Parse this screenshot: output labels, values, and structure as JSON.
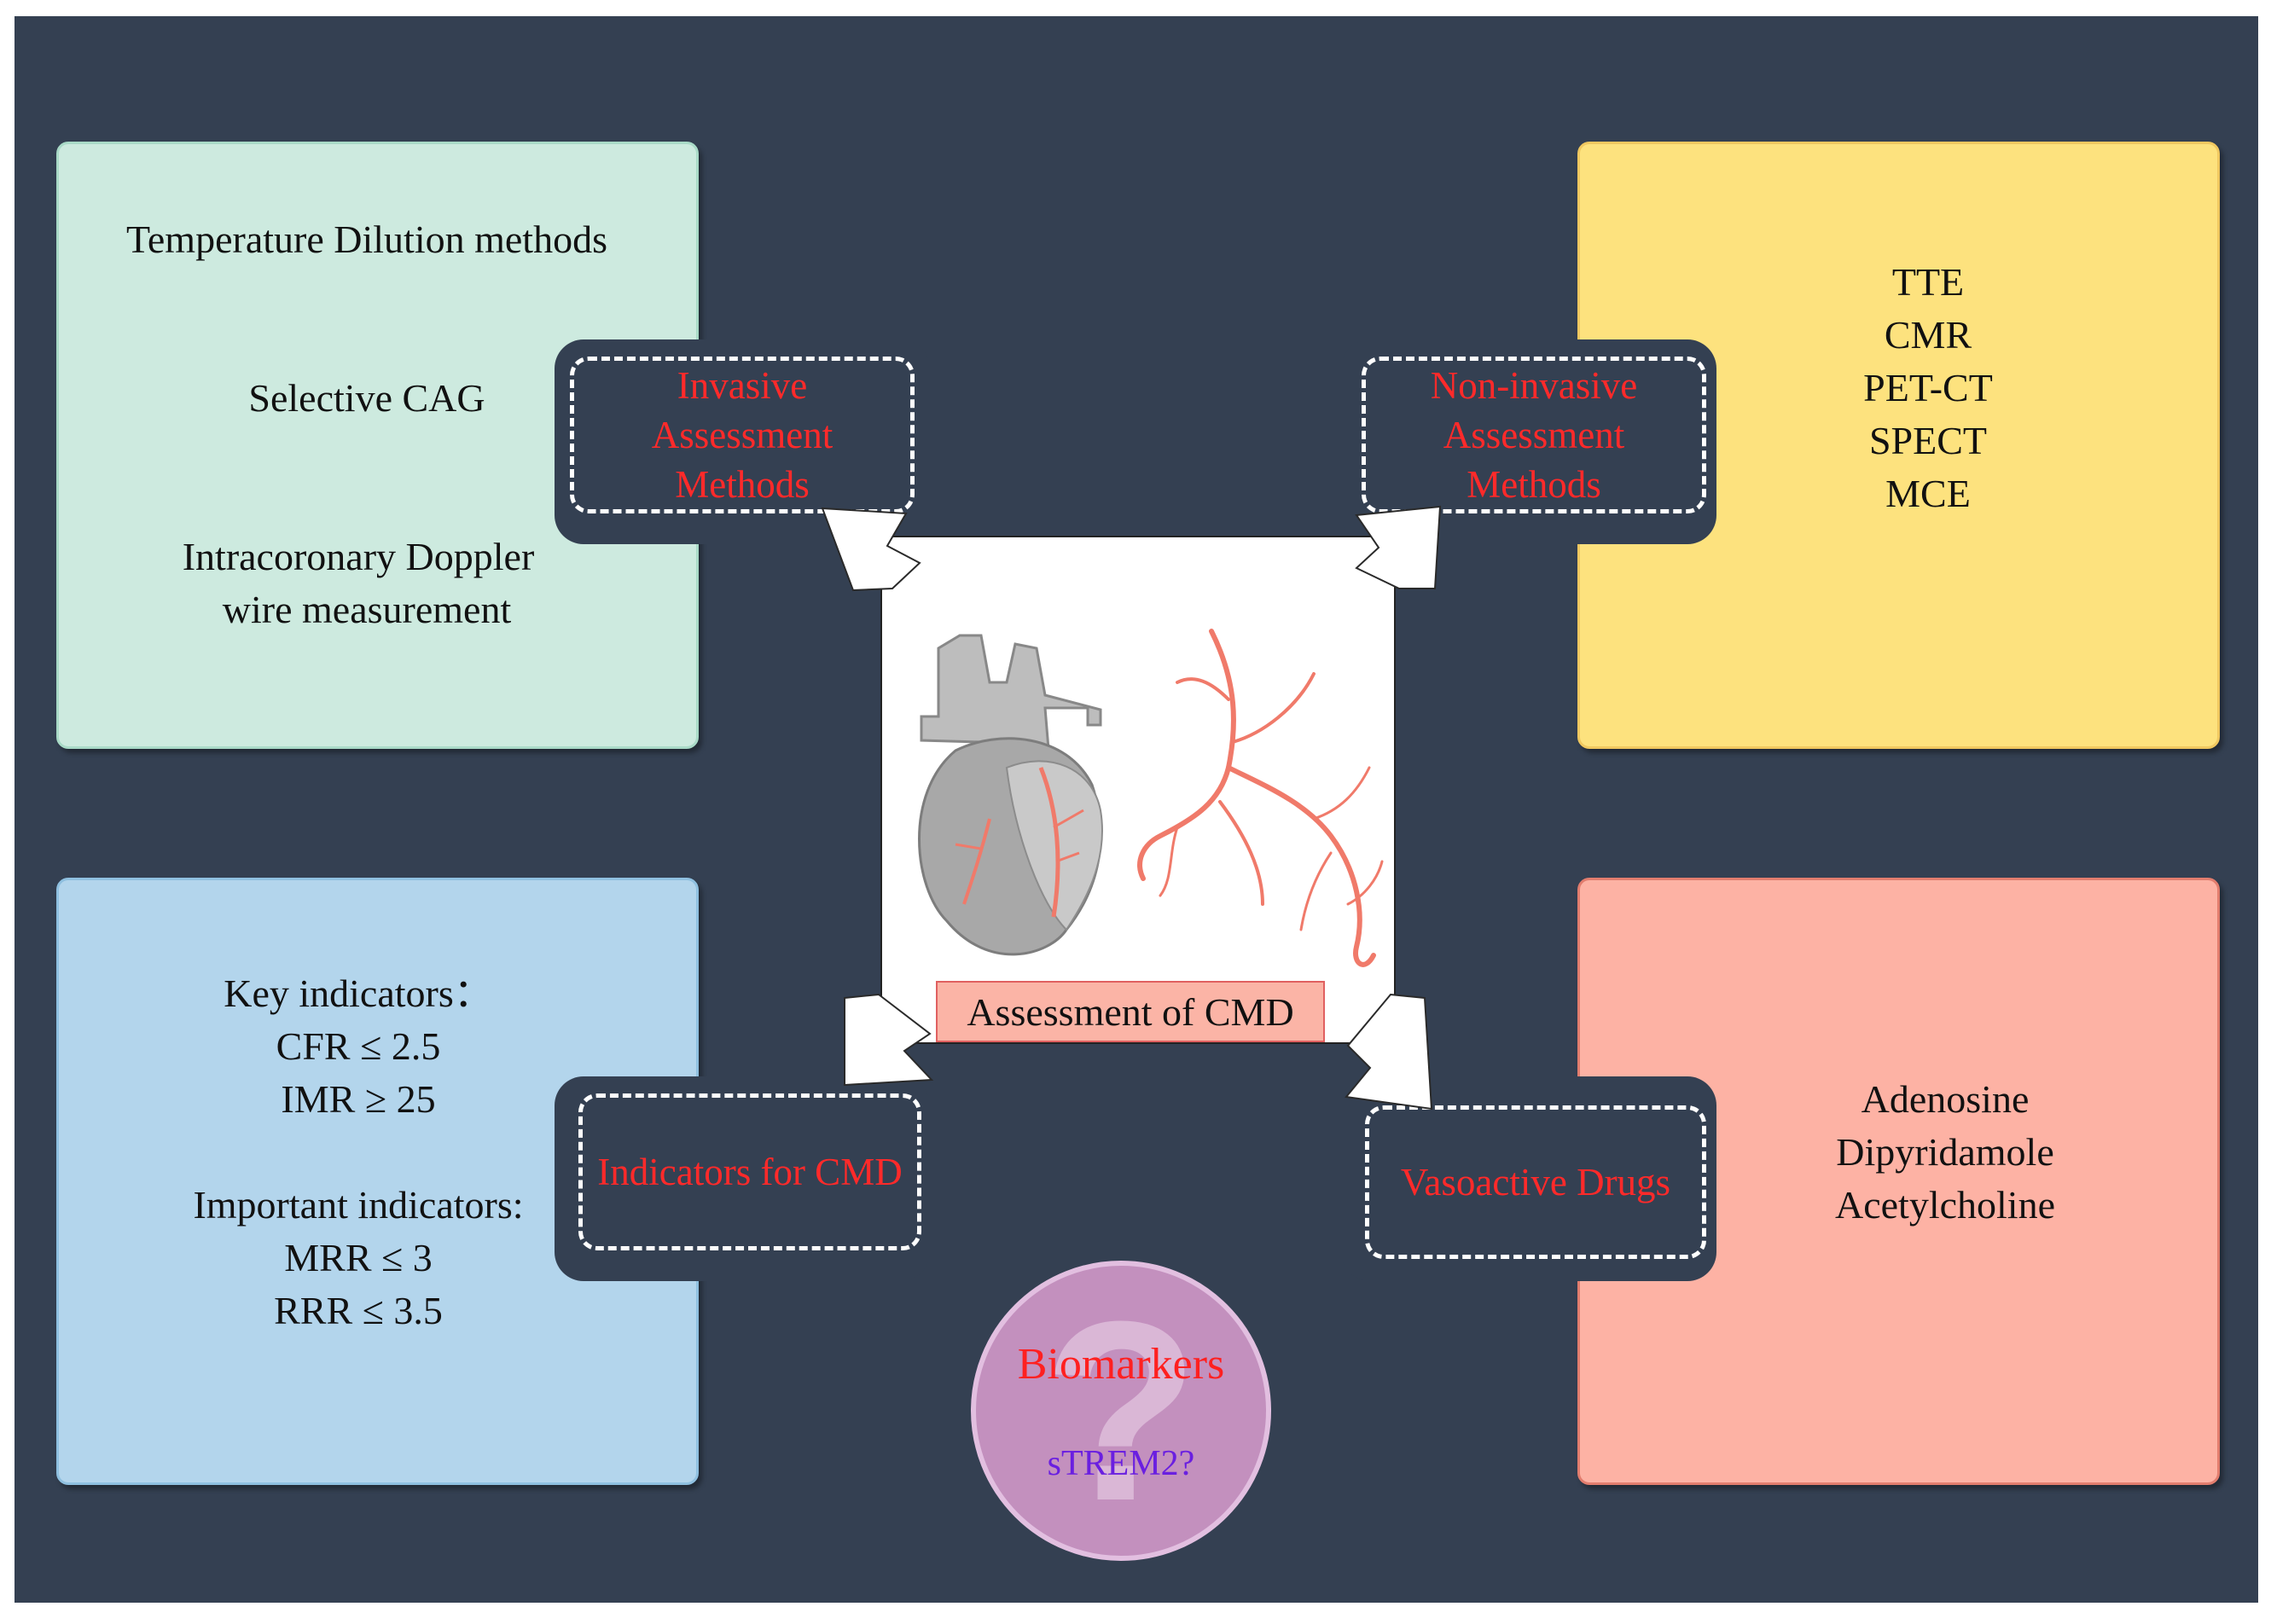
{
  "center": {
    "label": "Assessment of CMD"
  },
  "invasive": {
    "tab_label_lines": [
      "Invasive",
      "Assessment",
      "Methods"
    ],
    "items": [
      "Temperature Dilution methods",
      "Selective CAG",
      "Intracoronary Doppler",
      "wire measurement"
    ]
  },
  "noninvasive": {
    "tab_label_lines": [
      "Non-invasive",
      "Assessment",
      "Methods"
    ],
    "items": [
      "TTE",
      "CMR",
      "PET-CT",
      "SPECT",
      "MCE"
    ]
  },
  "indicators": {
    "tab_label": "Indicators for CMD",
    "key_heading": "Key indicators：",
    "key_items": [
      "CFR ≤ 2.5",
      "IMR ≥ 25"
    ],
    "important_heading": "Important indicators:",
    "important_items": [
      "MRR ≤ 3",
      "RRR ≤ 3.5"
    ]
  },
  "drugs": {
    "tab_label": "Vasoactive Drugs",
    "items": [
      "Adenosine",
      "Dipyridamole",
      "Acetylcholine"
    ]
  },
  "biomarkers": {
    "label": "Biomarkers",
    "candidate": "sTREM2?",
    "symbol": "?"
  },
  "colors": {
    "background": "#344052",
    "invasive_box": "#cdeadf",
    "noninvasive_box": "#fde27e",
    "indicators_box": "#b3d5ec",
    "drugs_box": "#fdb2a4",
    "tab_text": "#ff2a2a",
    "vessel": "#f07a6a"
  }
}
